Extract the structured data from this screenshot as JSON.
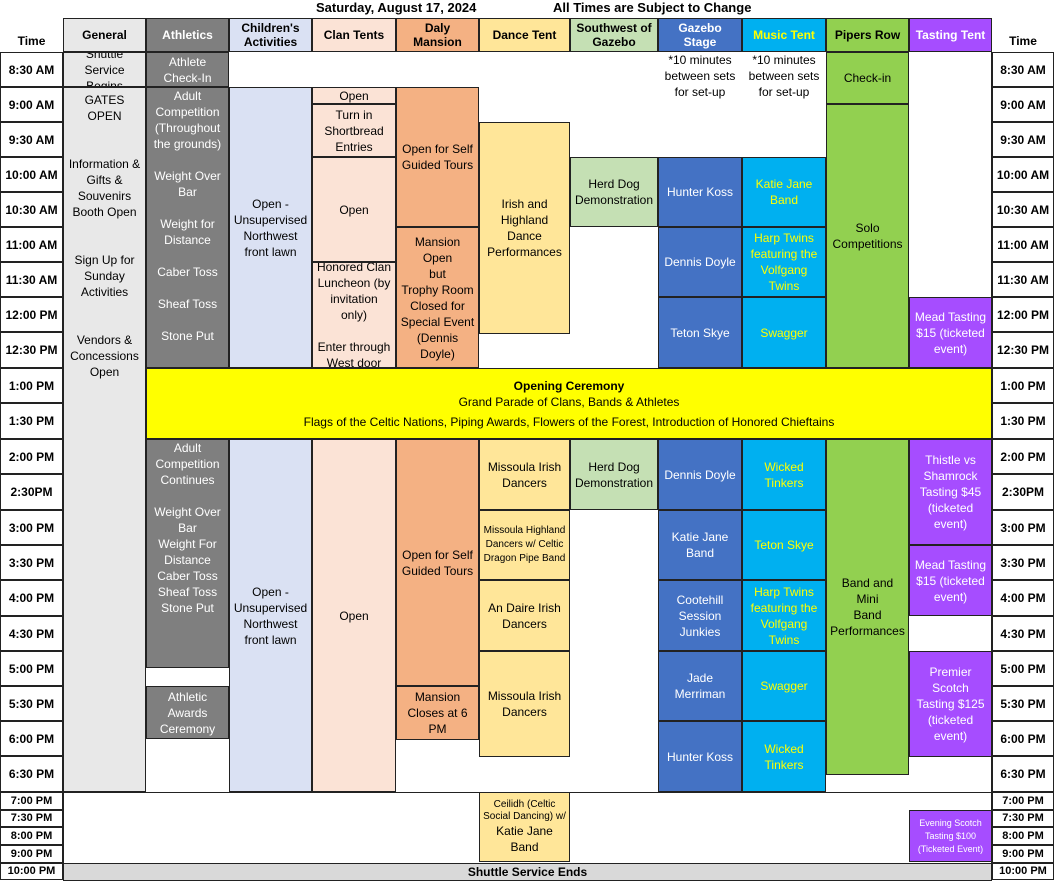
{
  "header": {
    "date": "Saturday, August 17, 2024",
    "notice": "All Times are Subject to Change",
    "time_label": "Time"
  },
  "columns": [
    "General",
    "Athletics",
    "Children's Activities",
    "Clan Tents",
    "Daly Mansion",
    "Dance Tent",
    "Southwest of Gazebo",
    "Gazebo Stage",
    "Music Tent",
    "Pipers Row",
    "Tasting Tent"
  ],
  "colors": {
    "general": "#e8e8e8",
    "athletics": "#7f7f7f",
    "children": "#dae1f3",
    "clan": "#fbe3d6",
    "daly": "#f4b183",
    "dance": "#ffe699",
    "southwest": "#c5e0b4",
    "gazebo": "#4472c4",
    "music": "#00b0f0",
    "music_text": "#ffff00",
    "pipers": "#92d050",
    "tasting": "#a64dff",
    "ceremony": "#ffff00",
    "footer": "#d9d9d9"
  },
  "times": [
    "8:30 AM",
    "9:00 AM",
    "9:30 AM",
    "10:00 AM",
    "10:30 AM",
    "11:00 AM",
    "11:30 AM",
    "12:00 PM",
    "12:30 PM",
    "1:00 PM",
    "1:30 PM",
    "2:00 PM",
    "2:30PM",
    "3:00 PM",
    "3:30 PM",
    "4:00 PM",
    "4:30 PM",
    "5:00 PM",
    "5:30 PM",
    "6:00 PM",
    "6:30 PM",
    "7:00 PM",
    "7:30 PM",
    "8:00 PM",
    "9:00 PM",
    "10:00 PM"
  ],
  "times_right": [
    "8:30 AM",
    "9:00 AM",
    "9:30 AM",
    "10:00 AM",
    "10:30 AM",
    "11:00 AM",
    "11:30 AM",
    "12:00 PM",
    "12:30 PM",
    "1:00 PM",
    "1:30 PM",
    "2:00 PM",
    "2:30PM",
    "3:00 PM",
    "3:30 PM",
    "4:00 PM",
    "4:30 PM",
    "5:00 PM",
    "5:30 PM",
    "6:00 PM",
    "6:30 PM",
    "7:00 PM",
    "7:30 PM",
    "8:00 PM",
    "9:00 PM",
    "10:00 PM"
  ],
  "general": {
    "shuttle": [
      "Shuttle Service",
      "Begins"
    ],
    "main": [
      "GATES OPEN",
      "",
      "",
      "Information &",
      "Gifts &",
      "Souvenirs",
      "Booth Open",
      "",
      "",
      "Sign Up for",
      "Sunday",
      "Activities",
      "",
      "",
      "Vendors &",
      "Concessions",
      "Open"
    ]
  },
  "athletics": {
    "checkin": [
      "Athlete",
      "Check-In"
    ],
    "am": [
      "Adult",
      "Competition",
      "(Throughout",
      "the grounds)",
      "",
      "Weight Over",
      "Bar",
      "",
      "Weight for",
      "Distance",
      "",
      "Caber Toss",
      "",
      "Sheaf Toss",
      "",
      "Stone Put"
    ],
    "pm": [
      "Adult",
      "Competition",
      "Continues",
      "",
      "Weight Over",
      "Bar",
      "Weight For",
      "Distance",
      "Caber Toss",
      "Sheaf Toss",
      "Stone Put"
    ],
    "awards": [
      "Athletic",
      "Awards",
      "Ceremony"
    ]
  },
  "children": {
    "am": [
      "Open -",
      "Unsupervised",
      "Northwest",
      "front lawn"
    ],
    "pm": [
      "Open -",
      "Unsupervised",
      "Northwest",
      "front lawn"
    ]
  },
  "clan": {
    "open1": "Open",
    "shortbread": [
      "Turn in",
      "Shortbread",
      "Entries"
    ],
    "open2": "Open",
    "luncheon": [
      "Honored Clan",
      "Luncheon (by",
      "invitation only)",
      "",
      "Enter through",
      "West door"
    ],
    "pm": "Open"
  },
  "daly": {
    "tours_am": [
      "Open for Self",
      "Guided Tours"
    ],
    "trophy": [
      "Mansion Open",
      "but",
      "Trophy Room",
      "Closed for",
      "Special Event",
      "(Dennis Doyle)"
    ],
    "tours_pm": [
      "Open for Self",
      "Guided Tours"
    ],
    "closes": [
      "Mansion",
      "Closes  at 6 PM"
    ]
  },
  "dance": {
    "am": [
      "Irish and",
      "Highland Dance",
      "Performances"
    ],
    "missoula1": [
      "Missoula Irish",
      "Dancers"
    ],
    "highland": [
      "Missoula Highland",
      "Dancers w/ Celtic",
      "Dragon Pipe Band"
    ],
    "daire": [
      "An Daire Irish",
      "Dancers"
    ],
    "missoula2": [
      "Missoula Irish",
      "Dancers"
    ],
    "ceilidh": [
      "Ceilidh",
      "(Celtic",
      "Social Dancing) w/",
      "Katie Jane",
      "Band"
    ]
  },
  "southwest": {
    "am": [
      "Herd Dog",
      "Demonstration"
    ],
    "pm": [
      "Herd Dog",
      "Demonstration"
    ]
  },
  "gazebo": {
    "note": [
      "*10 minutes",
      "between sets",
      "for set-up"
    ],
    "sets": [
      [
        "Hunter Koss"
      ],
      [
        "Dennis Doyle"
      ],
      [
        "Teton Skye"
      ],
      [
        "Dennis Doyle"
      ],
      [
        "Katie Jane",
        "Band"
      ],
      [
        "Cootehill",
        "Session Junkies"
      ],
      [
        "Jade Merriman"
      ],
      [
        "Hunter Koss"
      ]
    ]
  },
  "music": {
    "note": [
      "*10 minutes",
      "between sets",
      "for set-up"
    ],
    "sets": [
      [
        "Katie Jane",
        "Band"
      ],
      [
        "Harp Twins",
        "featuring the",
        "Volfgang Twins"
      ],
      [
        "Swagger"
      ],
      [
        "Wicked Tinkers"
      ],
      [
        "Teton Skye"
      ],
      [
        "Harp Twins",
        "featuring the",
        "Volfgang Twins"
      ],
      [
        "Swagger"
      ],
      [
        "Wicked Tinkers"
      ]
    ]
  },
  "pipers": {
    "checkin": "Check-in",
    "solo": [
      "Solo",
      "Competitions"
    ],
    "band": [
      "Band and Mini",
      "Band",
      "Performances"
    ]
  },
  "tasting": {
    "mead1": [
      "Mead Tasting",
      "$15  (ticketed",
      "event)"
    ],
    "thistle": [
      "Thistle vs",
      "Shamrock",
      "Tasting $45",
      "(ticketed",
      "event)"
    ],
    "mead2": [
      "Mead Tasting",
      "$15  (ticketed",
      "event)"
    ],
    "premier": [
      "Premier Scotch",
      "Tasting $125",
      "(ticketed",
      "event)"
    ],
    "evening": [
      "Evening Scotch",
      "Tasting $100",
      "(Ticketed Event)"
    ]
  },
  "ceremony": {
    "title": "Opening Ceremony",
    "line1": "Grand Parade of Clans, Bands & Athletes",
    "line2": "Flags of the Celtic Nations, Piping Awards, Flowers of the Forest, Introduction of Honored Chieftains"
  },
  "footer": "Shuttle Service Ends"
}
